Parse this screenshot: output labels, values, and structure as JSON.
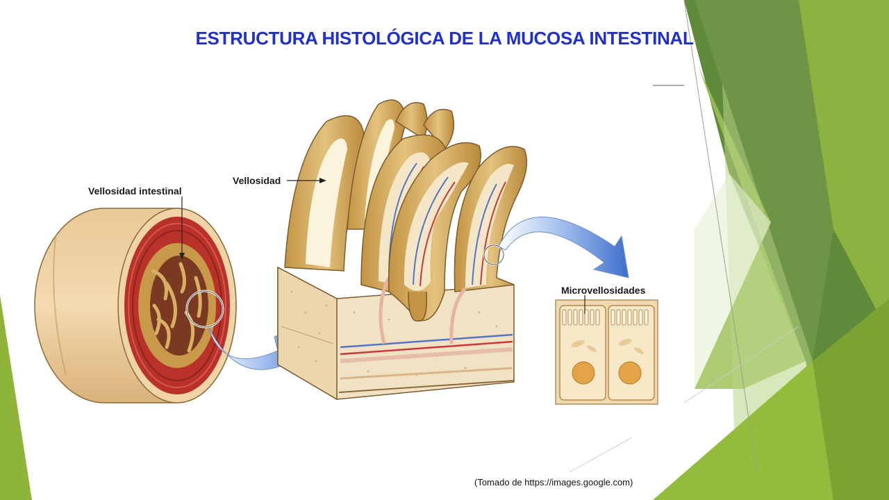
{
  "slide": {
    "title": "ESTRUCTURA HISTOLÓGICA DE LA MUCOSA INTESTINAL",
    "credit": "(Tomado de https://images.google.com)"
  },
  "diagram": {
    "labels": {
      "intestinal_villus": "Vellosidad intestinal",
      "villus": "Vellosidad",
      "microvilli": "Microvellosidades"
    }
  },
  "colors": {
    "title": "#1f2fd0",
    "accent_dark_green": "#4f7a2e",
    "accent_light_green": "#8fb43a",
    "villus_tan": "#c9a054",
    "muscle_red": "#b9322a",
    "arrow_blue": "#4f7fd0"
  }
}
